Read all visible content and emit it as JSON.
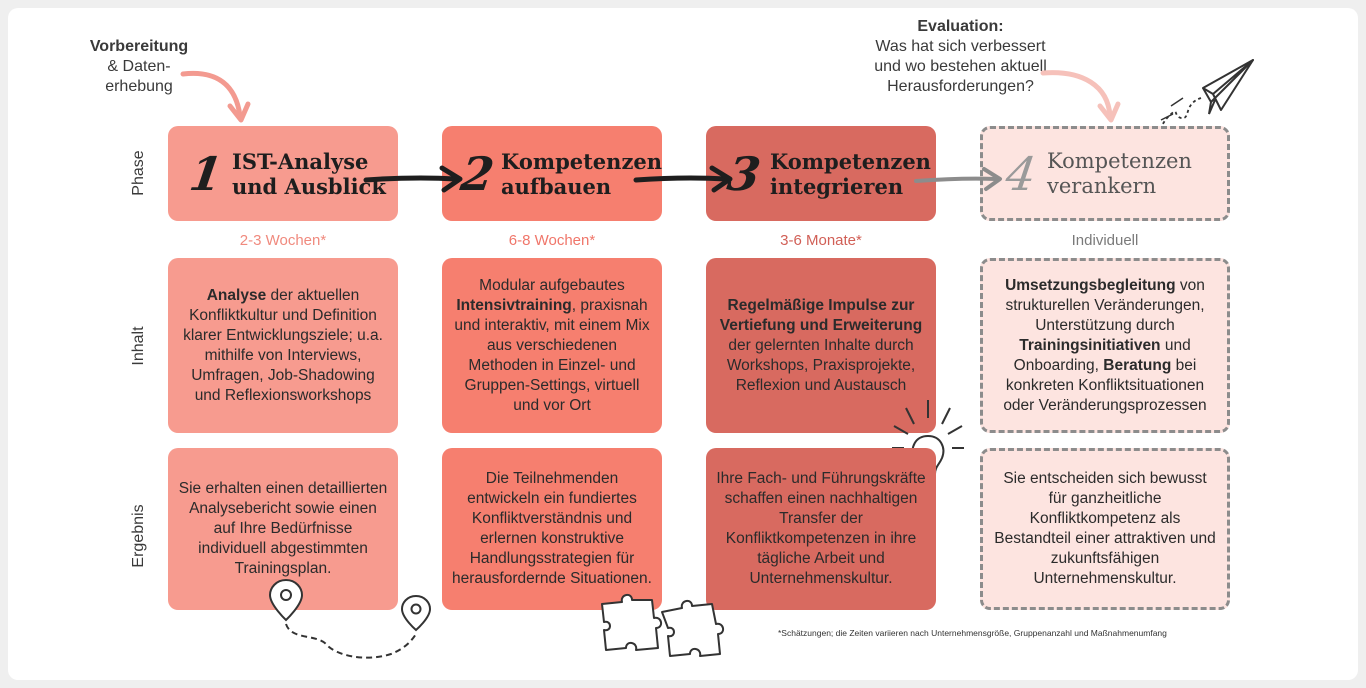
{
  "annotations": {
    "start_bold": "Vorbereitung",
    "start_rest_1": "& Daten-",
    "start_rest_2": "erhebung",
    "eval_bold": "Evaluation:",
    "eval_1": "Was hat sich verbessert",
    "eval_2": "und wo bestehen aktuell",
    "eval_3": "Herausforderungen?"
  },
  "row_labels": {
    "phase": "Phase",
    "inhalt": "Inhalt",
    "ergebnis": "Ergebnis"
  },
  "phases": [
    {
      "number": "1",
      "title_1": "IST-Analyse",
      "title_2": "und Ausblick",
      "duration": "2-3 Wochen*",
      "duration_color": "#f08a7e",
      "inhalt": {
        "bold": "Analyse",
        "text": " der aktuellen Konfliktkultur und Definition klarer Entwicklungsziele; u.a. mithilfe von Interviews, Umfragen, Job-Shadowing und Reflexionsworkshops"
      },
      "ergebnis": "Sie erhalten einen detaillierten Analysebericht sowie einen auf Ihre Bedürfnisse individuell abgestimmten Trainingsplan."
    },
    {
      "number": "2",
      "title_1": "Kompetenzen",
      "title_2": "aufbauen",
      "duration": "6-8 Wochen*",
      "duration_color": "#f0766a",
      "inhalt": {
        "pre": "Modular aufgebautes ",
        "bold": "Intensivtraining",
        "text": ", praxisnah und interaktiv, mit einem Mix aus verschiedenen Methoden in Einzel- und Gruppen-Settings, virtuell und vor Ort"
      },
      "ergebnis": "Die Teilnehmenden entwickeln ein fundiertes Konfliktverständnis und erlernen konstruktive Handlungsstrategien für herausfordernde Situationen."
    },
    {
      "number": "3",
      "title_1": "Kompetenzen",
      "title_2": "integrieren",
      "duration": "3-6 Monate*",
      "duration_color": "#d15f56",
      "inhalt": {
        "bold": "Regelmäßige Impulse zur Vertiefung und Erweiterung",
        "text": " der gelernten Inhalte durch Workshops, Praxisprojekte, Reflexion und Austausch"
      },
      "ergebnis": "Ihre Fach- und Führungskräfte schaffen einen nachhaltigen Transfer der Konfliktkompetenzen in ihre tägliche Arbeit und Unternehmenskultur."
    },
    {
      "number": "4",
      "title_1": "Kompetenzen",
      "title_2": "verankern",
      "duration": "Individuell",
      "duration_color": "#7a7a7a",
      "inhalt": {
        "b1": "Umsetzungsbegleitung",
        "t1": " von strukturellen Veränderungen, Unterstützung durch ",
        "b2": "Trainingsinitiativen",
        "t2": " und Onboarding, ",
        "b3": "Beratung",
        "t3": " bei konkreten Konfliktsituationen oder Veränderungsprozessen"
      },
      "ergebnis": "Sie entscheiden sich bewusst für ganzheitliche Konfliktkompetenz als Bestandteil einer attraktiven und zukunftsfähigen Unternehmenskultur."
    }
  ],
  "footnote": "*Schätzungen; die Zeiten variieren nach Unternehmensgröße, Gruppenanzahl und Maßnahmenumfang",
  "colors": {
    "phase1": "#f79b8f",
    "phase2": "#f67f6f",
    "phase3": "#d86a60",
    "phase4": "#fde4e0",
    "arrow_pink": "#f39a90",
    "dashed_border": "#8c8c8c"
  },
  "icons": [
    "curved-arrow-icon",
    "paper-plane-icon",
    "lightbulb-icon",
    "puzzle-icon",
    "map-pin-icon"
  ]
}
